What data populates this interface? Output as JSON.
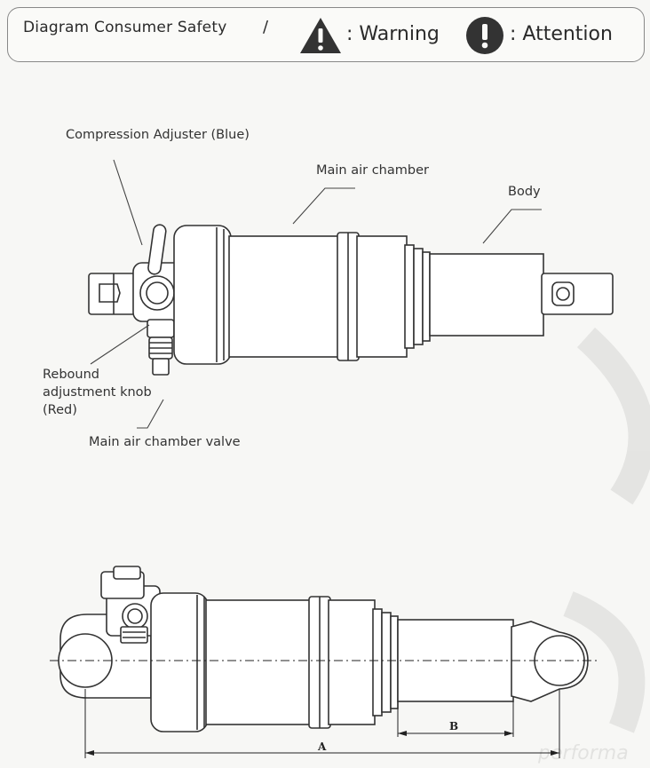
{
  "legend": {
    "title": "Diagram Consumer Safety",
    "separator": "/",
    "warning_icon": "warning-triangle-icon",
    "warning_label": ": Warning",
    "attention_icon": "attention-circle-icon",
    "attention_label": ": Attention"
  },
  "top_view": {
    "callouts": {
      "compression_adjuster": "Compression Adjuster (Blue)",
      "main_air_chamber": "Main air chamber",
      "body": "Body",
      "rebound_line1": "Rebound",
      "rebound_line2": "adjustment knob",
      "rebound_line3": "(Red)",
      "main_air_chamber_valve": "Main air chamber valve"
    }
  },
  "side_view": {
    "dimensions": {
      "a_label": "A",
      "b_label": "B"
    }
  },
  "watermark_text": "performa"
}
